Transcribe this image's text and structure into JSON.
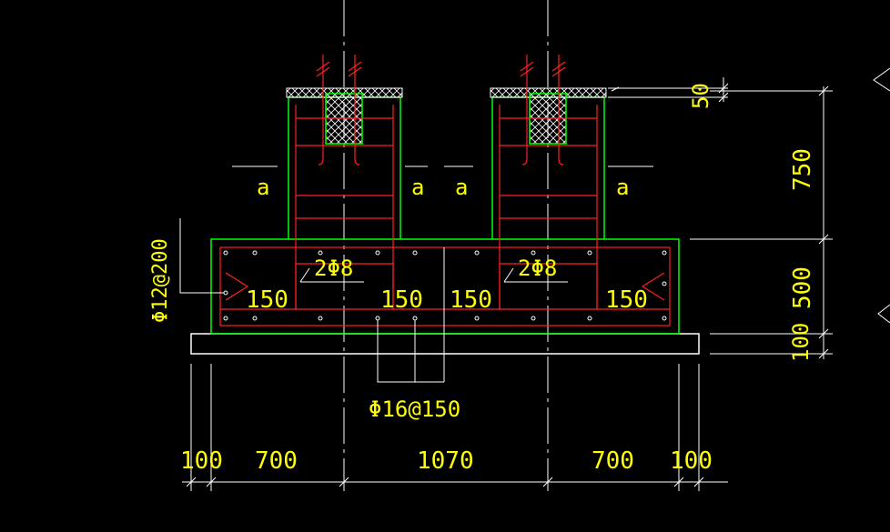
{
  "colors": {
    "background": "#000000",
    "dimension": "#ffffff",
    "text": "#ffff00",
    "rebar": "#ff2020",
    "concrete_outline": "#00ff00",
    "hatch": "#ffffff"
  },
  "labels": {
    "top_left_bar": "Φ12@200",
    "bottom_bar": "Φ16@150",
    "stirrup_left": "2Φ8",
    "stirrup_right": "2Φ8",
    "section_mark": "a",
    "spacing_150": "150"
  },
  "dimensions": {
    "horizontal": [
      "100",
      "700",
      "1070",
      "700",
      "100"
    ],
    "vertical_top": "50",
    "vertical_750": "750",
    "vertical_500": "500",
    "vertical_100": "100"
  }
}
